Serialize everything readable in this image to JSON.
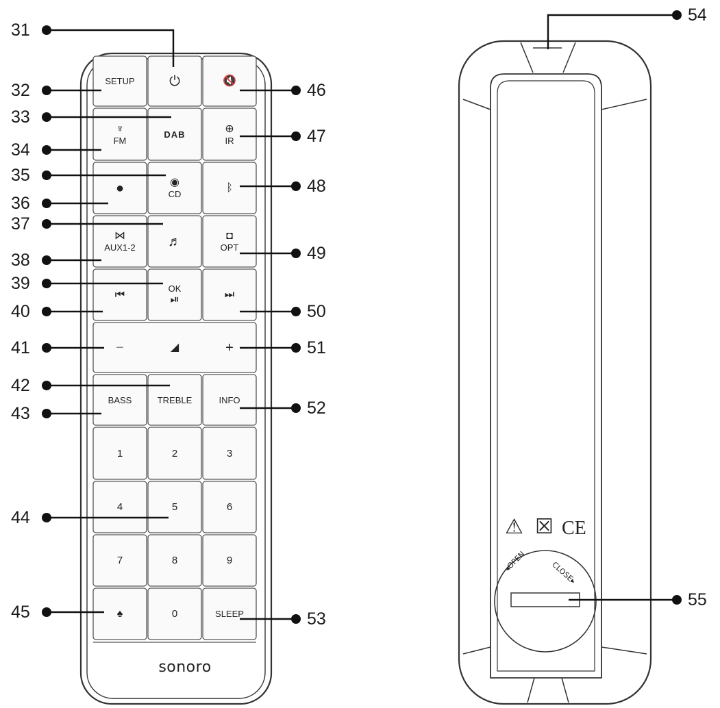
{
  "callouts": {
    "c31": "31",
    "c32": "32",
    "c33": "33",
    "c34": "34",
    "c35": "35",
    "c36": "36",
    "c37": "37",
    "c38": "38",
    "c39": "39",
    "c40": "40",
    "c41": "41",
    "c42": "42",
    "c43": "43",
    "c44": "44",
    "c45": "45",
    "c46": "46",
    "c47": "47",
    "c48": "48",
    "c49": "49",
    "c50": "50",
    "c51": "51",
    "c52": "52",
    "c53": "53",
    "c54": "54",
    "c55": "55"
  },
  "keys": {
    "setup": "SETUP",
    "power_icon": "⏻",
    "mute_icon": "🔇",
    "fm_icon": "♆",
    "fm": "FM",
    "dab": "DAB",
    "ir_icon": "⊕",
    "ir": "IR",
    "spotify_icon": "●",
    "cd_icon": "◉",
    "cd": "CD",
    "bluetooth_icon": "ᛒ",
    "aux_icon": "⋈",
    "aux": "AUX1-2",
    "music_icon": "♬",
    "opt_icon": "◘",
    "opt": "OPT",
    "prev_icon": "⏮",
    "ok": "OK",
    "ok_icon": "⏯",
    "next_icon": "⏭",
    "vol_minus": "−",
    "vol_icon": "◢",
    "vol_plus": "+",
    "bass": "BASS",
    "treble": "TREBLE",
    "info": "INFO",
    "n1": "1",
    "n2": "2",
    "n3": "3",
    "n4": "4",
    "n5": "5",
    "n6": "6",
    "n7": "7",
    "n8": "8",
    "n9": "9",
    "alarm_icon": "♠",
    "n0": "0",
    "sleep": "SLEEP"
  },
  "brand": "sonoro",
  "back": {
    "warning_icon": "⚠",
    "weee_icon": "☒",
    "ce_mark": "CE",
    "open": "◂OPEN",
    "close": "CLOSE▸"
  }
}
